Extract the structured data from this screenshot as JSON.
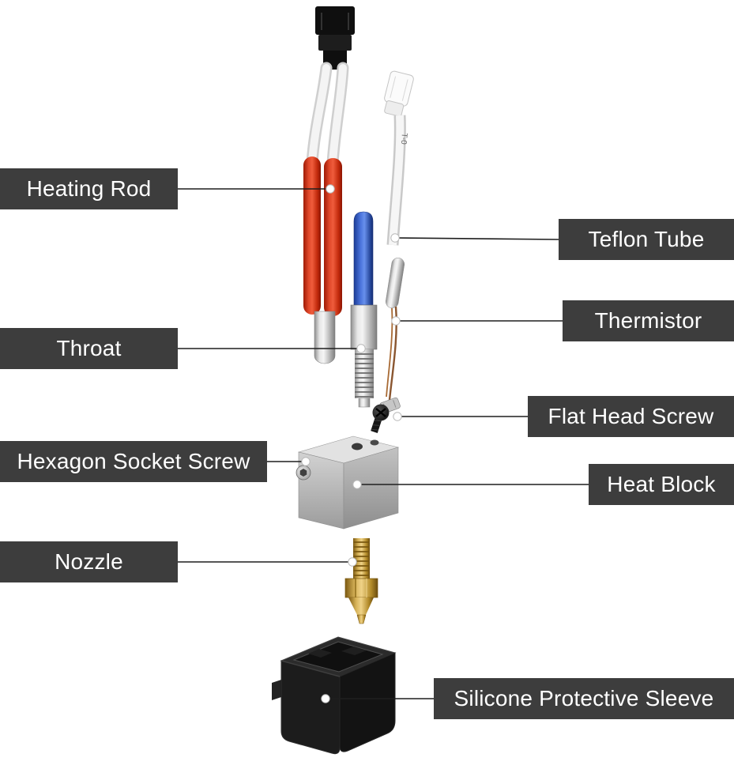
{
  "diagram": {
    "type": "exploded-parts-diagram",
    "labels": [
      {
        "id": "heating-rod",
        "text": "Heating Rod",
        "side": "left"
      },
      {
        "id": "teflon-tube",
        "text": "Teflon Tube",
        "side": "right"
      },
      {
        "id": "thermistor",
        "text": "Thermistor",
        "side": "right"
      },
      {
        "id": "throat",
        "text": "Throat",
        "side": "left"
      },
      {
        "id": "flat-head-screw",
        "text": "Flat Head Screw",
        "side": "right"
      },
      {
        "id": "hexagon-socket-screw",
        "text": "Hexagon Socket Screw",
        "side": "left"
      },
      {
        "id": "heat-block",
        "text": "Heat Block",
        "side": "right"
      },
      {
        "id": "nozzle",
        "text": "Nozzle",
        "side": "left"
      },
      {
        "id": "silicone-protective-sleeve",
        "text": "Silicone Protective Sleeve",
        "side": "right"
      }
    ],
    "part_markings": {
      "teflon_tube_text": "T-0"
    },
    "colors": {
      "background": "#ffffff",
      "label_background": "#3d3d3d",
      "label_text": "#ffffff",
      "leader_line": "#1f1f1f",
      "callout_dot": "#ffffff",
      "heating_rod_sleeve": "#d23a18",
      "ptfe_tube_blue": "#3a62c8",
      "metal_silver": "#c9c9c9",
      "nozzle_brass": "#c49a38",
      "connector_black": "#111111",
      "silicone_black": "#161616",
      "thermistor_wire": "#8a5a32"
    }
  }
}
